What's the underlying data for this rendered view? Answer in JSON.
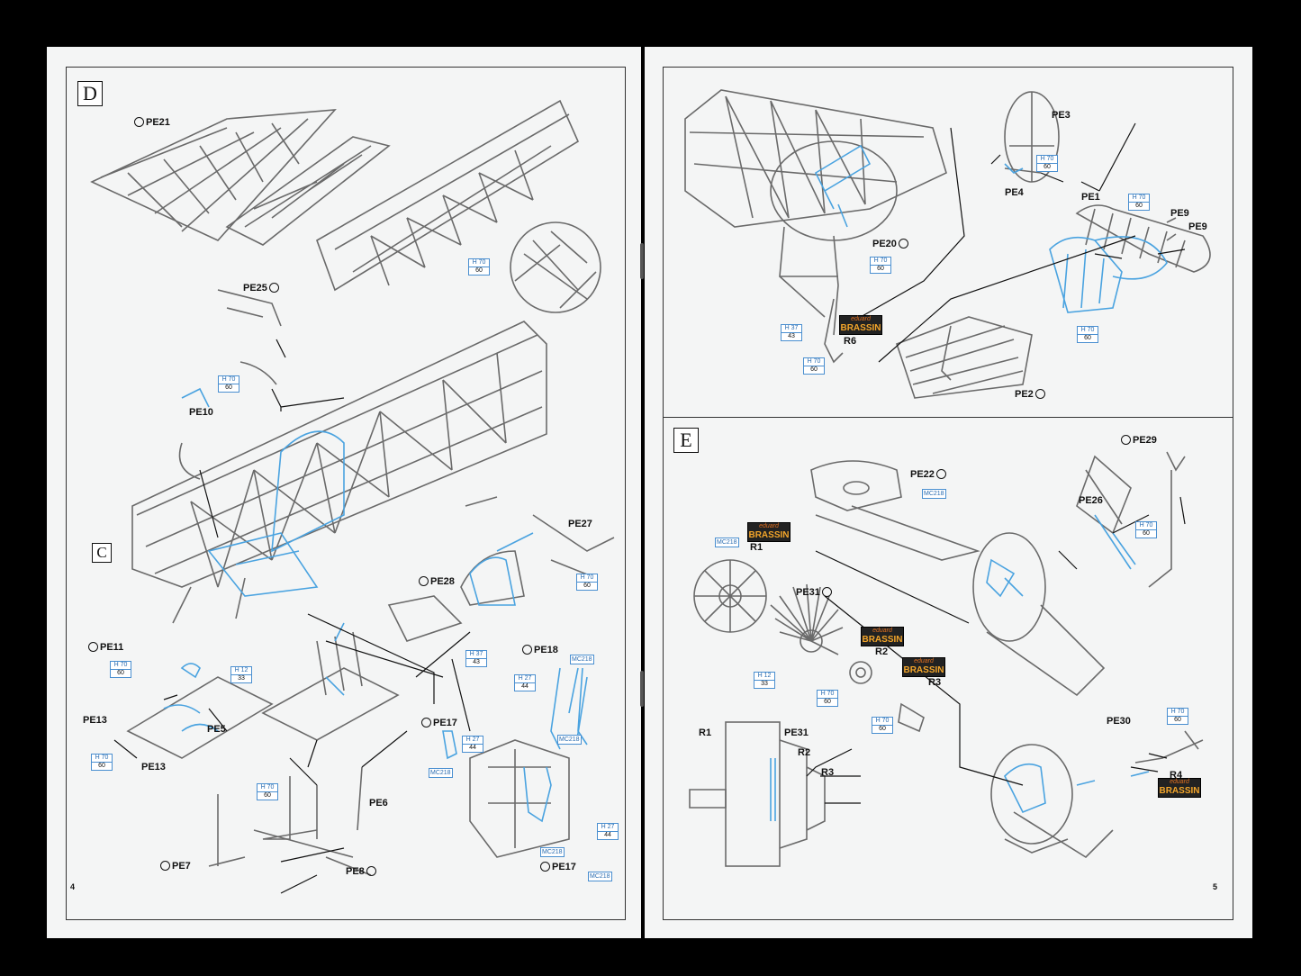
{
  "left_page": {
    "step": "D",
    "sub_step": "C",
    "page_number": "4",
    "labels": [
      "PE21",
      "PE25",
      "PE10",
      "PE27",
      "PE28",
      "PE11",
      "PE13",
      "PE5",
      "PE13",
      "PE18",
      "PE17",
      "PE6",
      "PE7",
      "PE8",
      "PE17"
    ],
    "paints": [
      {
        "code": "H 70",
        "num": "60"
      },
      {
        "code": "H 70",
        "num": "60"
      },
      {
        "code": "H 70",
        "num": "60"
      },
      {
        "code": "H 37",
        "num": "43"
      },
      {
        "code": "H 70",
        "num": "60"
      },
      {
        "code": "H 12",
        "num": "33"
      },
      {
        "code": "H 70",
        "num": "60"
      },
      {
        "code": "H 27",
        "num": "44"
      },
      {
        "code": "H 27",
        "num": "44"
      },
      {
        "code": "H 70",
        "num": "60"
      },
      {
        "code": "H 27",
        "num": "44"
      }
    ],
    "mc": [
      "MC218",
      "MC218",
      "MC218",
      "MC218",
      "MC218"
    ]
  },
  "right_page": {
    "step": "E",
    "page_number": "5",
    "labels_top": [
      "PE3",
      "PE4",
      "PE1",
      "PE9",
      "PE9",
      "PE20",
      "R6",
      "PE2"
    ],
    "labels_bottom": [
      "PE29",
      "PE22",
      "PE26",
      "R1",
      "PE31",
      "R2",
      "R3",
      "R1",
      "PE31",
      "R2",
      "R3",
      "PE30",
      "R4"
    ],
    "paints": [
      {
        "code": "H 70",
        "num": "60"
      },
      {
        "code": "H 70",
        "num": "60"
      },
      {
        "code": "H 70",
        "num": "60"
      },
      {
        "code": "H 37",
        "num": "43"
      },
      {
        "code": "H 70",
        "num": "60"
      },
      {
        "code": "H 70",
        "num": "60"
      },
      {
        "code": "H 70",
        "num": "60"
      },
      {
        "code": "H 12",
        "num": "33"
      },
      {
        "code": "H 70",
        "num": "60"
      },
      {
        "code": "H 70",
        "num": "60"
      },
      {
        "code": "H 70",
        "num": "60"
      }
    ],
    "mc": [
      "MC218",
      "MC218"
    ],
    "brassin": {
      "brand": "eduard",
      "name": "BRASSIN"
    }
  },
  "colors": {
    "paper": "#f4f5f5",
    "line": "#6a6a6a",
    "accent_blue": "#4aa3e0",
    "background": "#000000"
  }
}
